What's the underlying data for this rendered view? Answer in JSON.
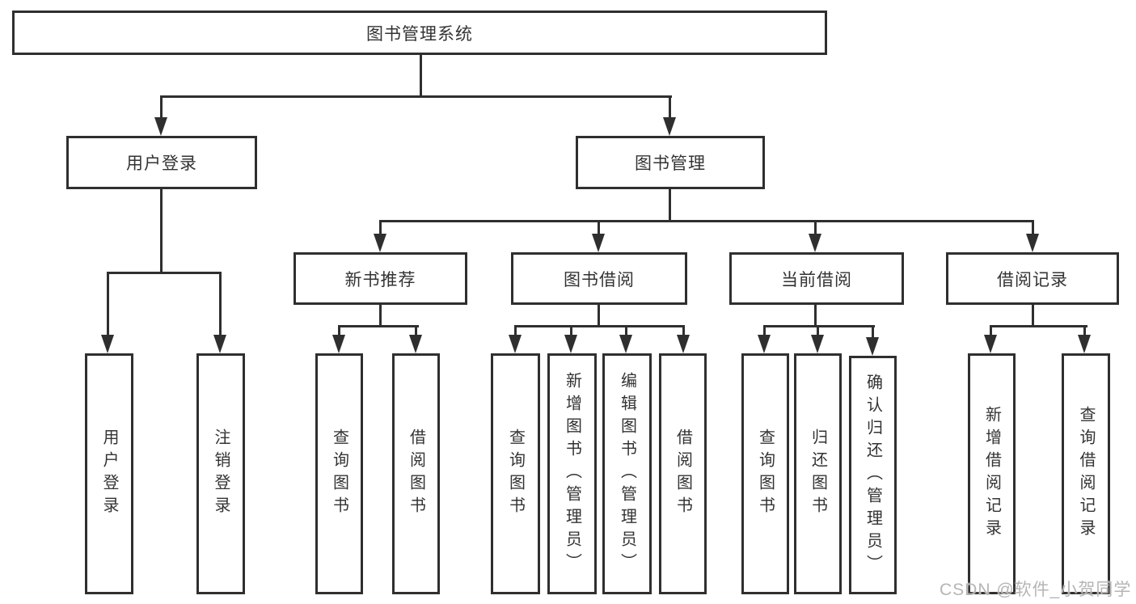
{
  "diagram": {
    "root": {
      "label": "图书管理系统"
    },
    "user_login": {
      "label": "用户登录",
      "children": [
        {
          "label": "用户登录"
        },
        {
          "label": "注销登录"
        }
      ]
    },
    "book_mgmt": {
      "label": "图书管理",
      "groups": [
        {
          "label": "新书推荐",
          "children": [
            {
              "label": "查询图书"
            },
            {
              "label": "借阅图书"
            }
          ]
        },
        {
          "label": "图书借阅",
          "children": [
            {
              "label": "查询图书"
            },
            {
              "label": "新增图书（管理员）"
            },
            {
              "label": "编辑图书（管理员）"
            },
            {
              "label": "借阅图书"
            }
          ]
        },
        {
          "label": "当前借阅",
          "children": [
            {
              "label": "查询图书"
            },
            {
              "label": "归还图书"
            },
            {
              "label": "确认归还（管理员）"
            }
          ]
        },
        {
          "label": "借阅记录",
          "children": [
            {
              "label": "新增借阅记录"
            },
            {
              "label": "查询借阅记录"
            }
          ]
        }
      ]
    },
    "colors": {
      "line": "#2f2f2f",
      "text": "#333333",
      "watermark": "#b5b5b5"
    },
    "watermark": "CSDN @软件_小贺同学"
  }
}
